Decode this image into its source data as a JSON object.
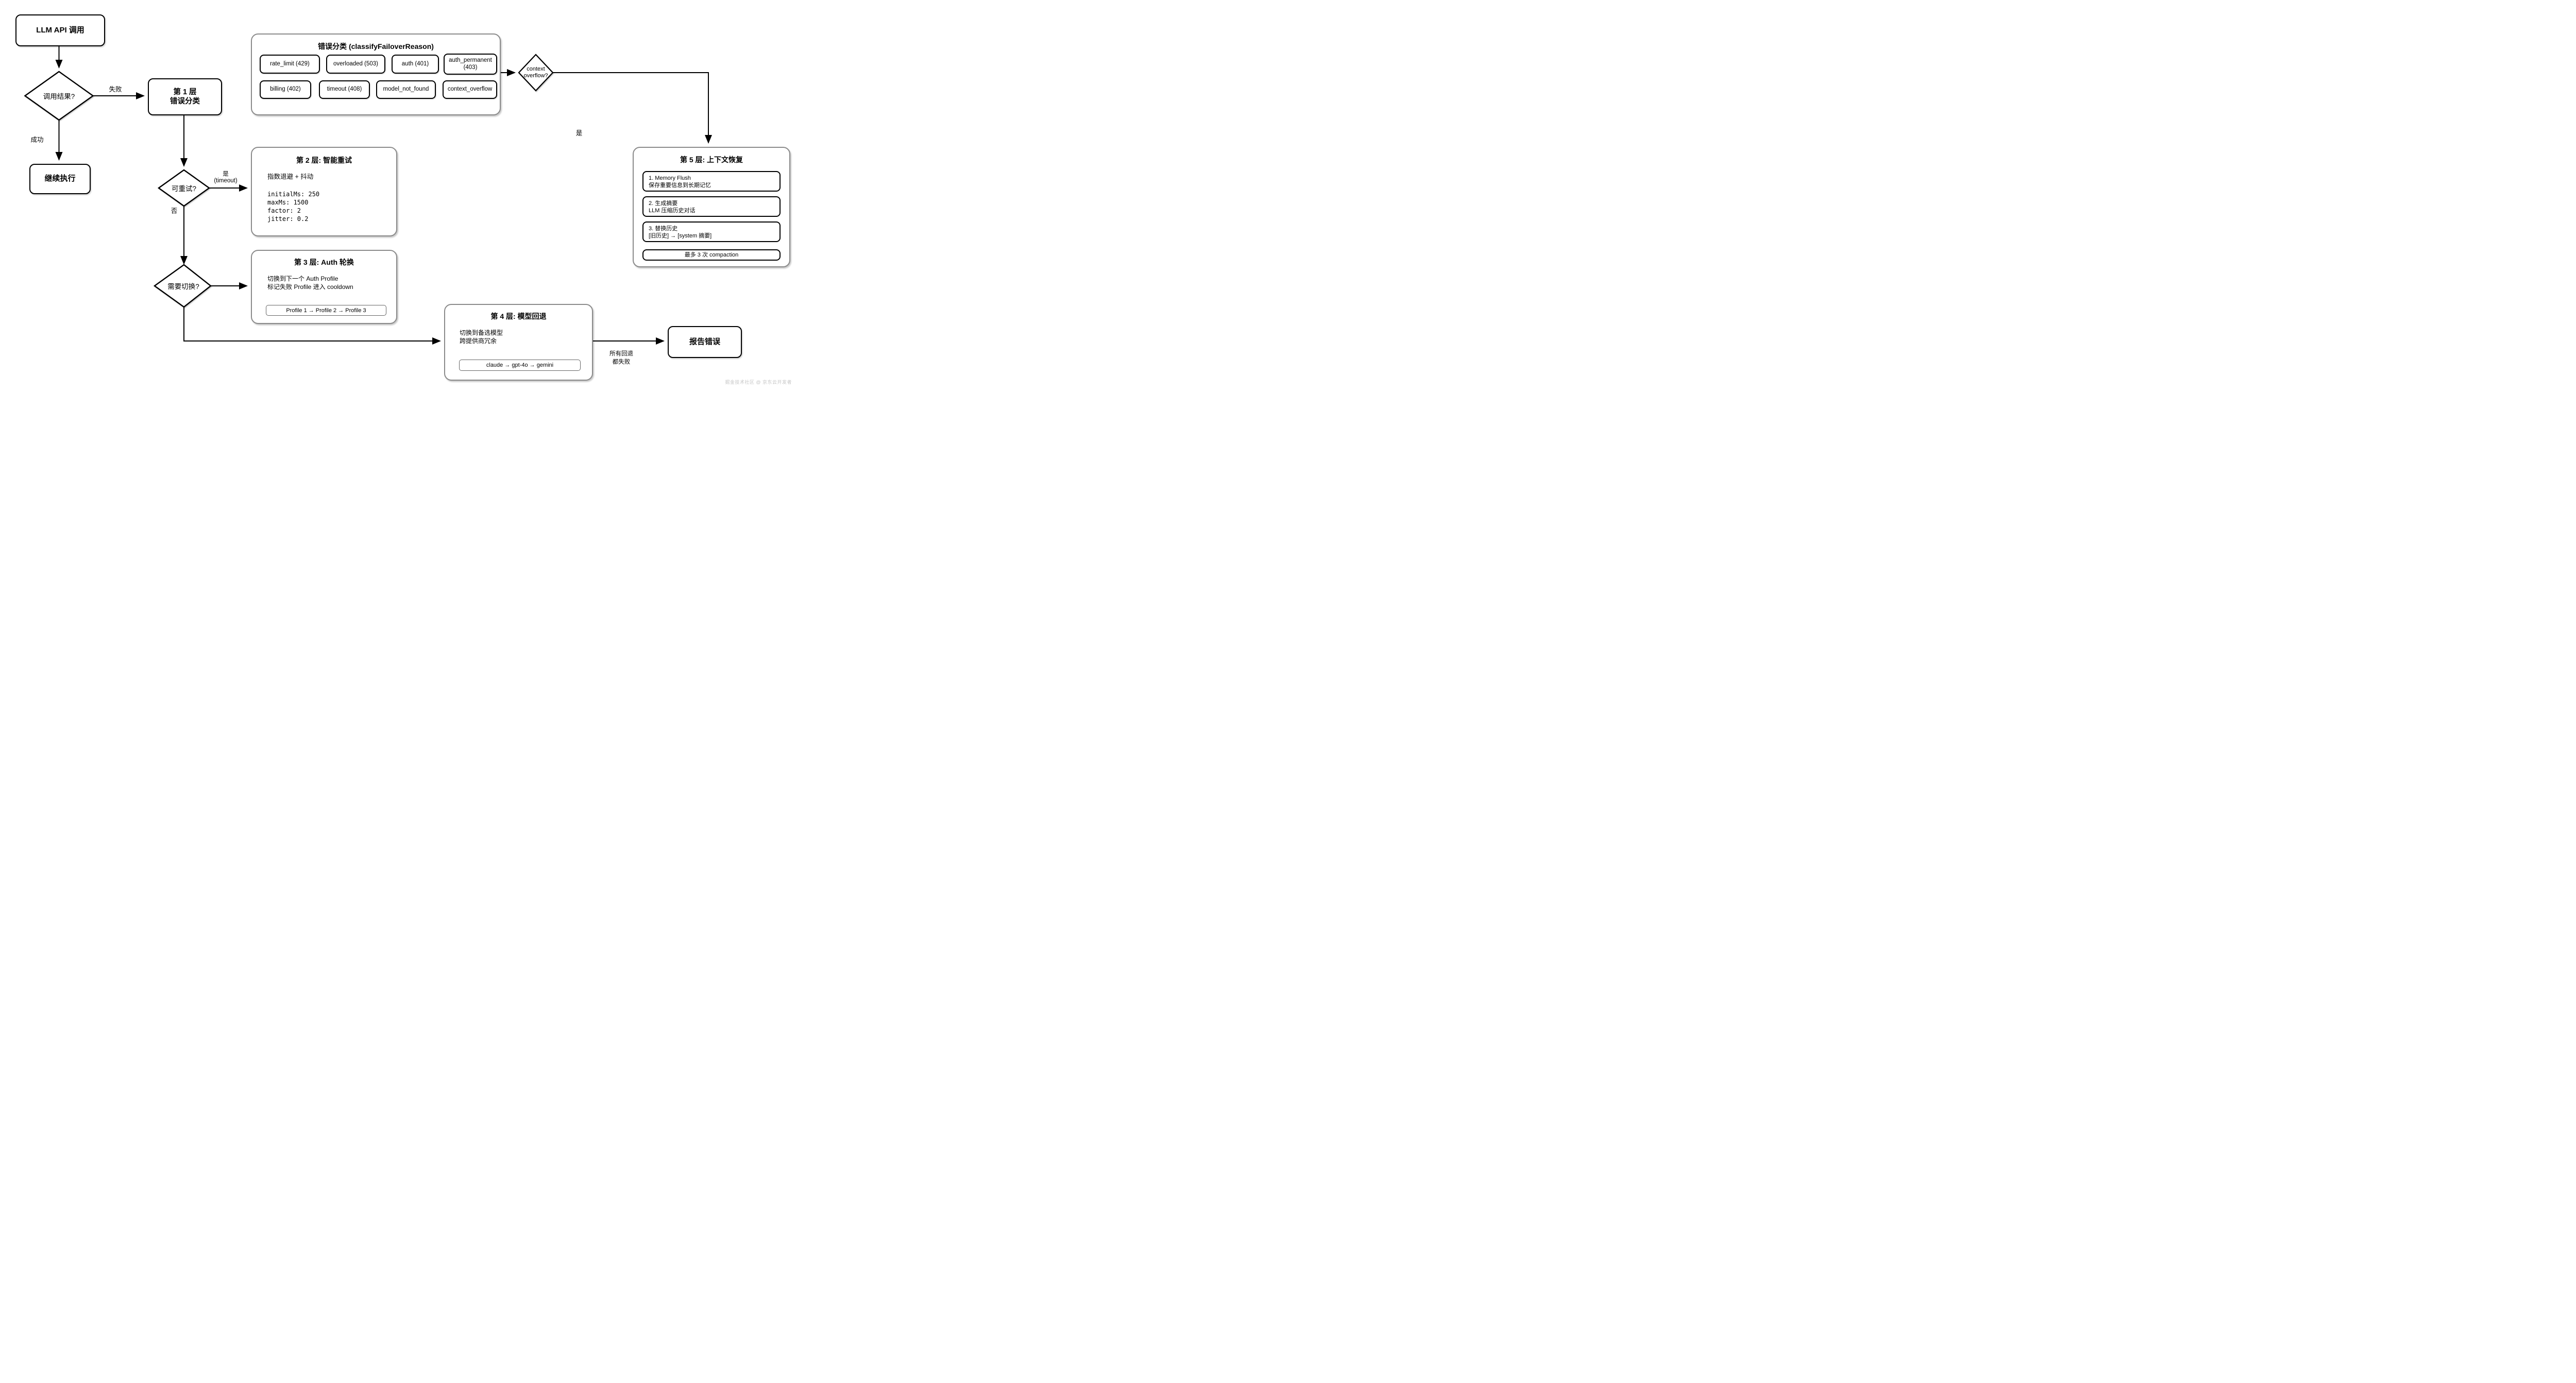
{
  "nodes": {
    "llm_call": {
      "label": "LLM API 调用"
    },
    "call_result": {
      "label": "调用结果?"
    },
    "continue_exec": {
      "label": "继续执行"
    },
    "layer1": {
      "line1": "第 1 层",
      "line2": "错误分类"
    },
    "error_class": {
      "title": "错误分类 (classifyFailoverReason)",
      "chips_row1": [
        "rate_limit (429)",
        "overloaded (503)",
        "auth (401)",
        "auth_permanent (403)"
      ],
      "chips_row2": [
        "billing (402)",
        "timeout (408)",
        "model_not_found",
        "context_overflow"
      ]
    },
    "context_overflow_q": {
      "line1": "context",
      "line2": "overflow?"
    },
    "layer5": {
      "title": "第 5 层: 上下文恢复",
      "items": [
        {
          "line1": "1. Memory Flush",
          "line2": "保存重要信息到长期记忆"
        },
        {
          "line1": "2. 生成摘要",
          "line2": "LLM 压缩历史对话"
        },
        {
          "line1": "3. 替换历史",
          "line2": "[旧历史] → [system 摘要]"
        }
      ],
      "footer": "最多 3 次 compaction"
    },
    "retryable_q": {
      "label": "可重试?"
    },
    "layer2": {
      "title": "第 2 层: 智能重试",
      "subtitle": "指数退避 + 抖动",
      "code": [
        "initialMs: 250",
        "maxMs: 1500",
        "factor: 2",
        "jitter: 0.2"
      ]
    },
    "switch_q": {
      "label": "需要切换?"
    },
    "layer3": {
      "title": "第 3 层: Auth 轮换",
      "line1": "切换到下一个 Auth Profile",
      "line2": "标记失败 Profile 进入 cooldown",
      "chip": "Profile 1 → Profile 2 → Profile 3"
    },
    "layer4": {
      "title": "第 4 层: 模型回退",
      "line1": "切换到备选模型",
      "line2": "跨提供商冗余",
      "chip": "claude → gpt-4o → gemini"
    },
    "report_error": {
      "label": "报告错误"
    }
  },
  "edges": {
    "fail": "失败",
    "success": "成功",
    "yes": "是",
    "yes_timeout_line1": "是",
    "yes_timeout_line2": "(timeout)",
    "no": "否",
    "all_fail_line1": "所有回退",
    "all_fail_line2": "都失败"
  },
  "watermark": "掘金技术社区 @ 京东云开发者",
  "colors": {
    "node_stroke": "#000000",
    "container_stroke": "#8a8a8a",
    "background": "#ffffff",
    "watermark": "#c6c6c6"
  }
}
